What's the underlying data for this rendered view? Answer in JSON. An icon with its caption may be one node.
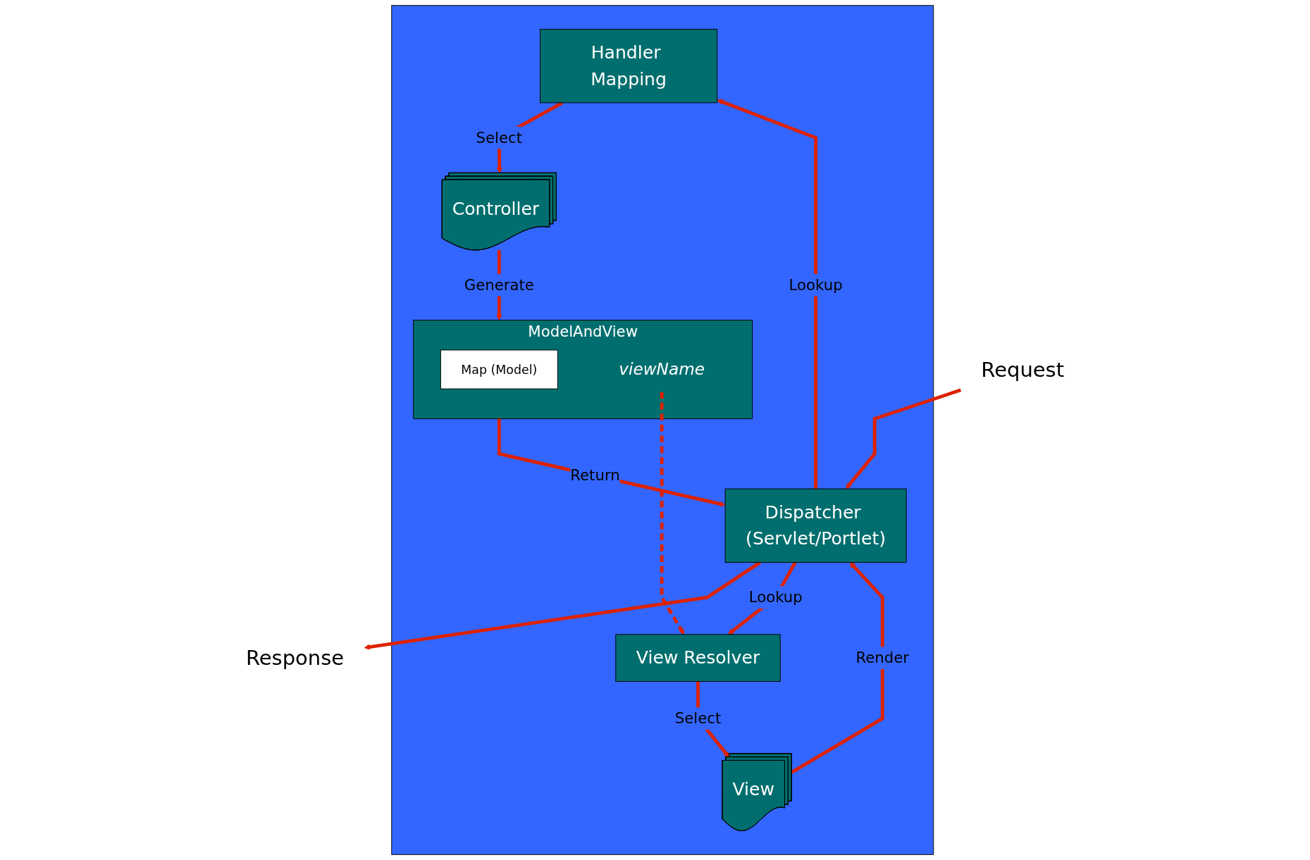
{
  "diagram": {
    "nodes": [
      {
        "text": [],
        "shape": "box"
      },
      {
        "text": [
          "Handler Mapping"
        ],
        "in": 0
      },
      {
        "text": [
          "Controller"
        ],
        "in": 0
      },
      {
        "text": [
          "Request"
        ]
      },
      {
        "text": [
          "Response"
        ]
      },
      {
        "text": [
          "Dispatcher (Servlet/Portlet)"
        ],
        "in": 0
      },
      {
        "text": [
          "ModelAndView"
        ],
        "in": 0
      },
      {
        "text": [
          "Map (Model)"
        ],
        "in": 6
      },
      {
        "text": [
          "viewName"
        ],
        "in": 6
      },
      {
        "text": [
          "View"
        ],
        "in": 0
      },
      {
        "text": [
          "View Resolver"
        ],
        "in": 0
      }
    ],
    "edges": [
      {
        "from": 3,
        "to": 5,
        "arrow": "to"
      },
      {
        "from": 5,
        "to": 4,
        "arrow": "to"
      },
      {
        "from": 5,
        "to": 1,
        "arrow": "to",
        "label": "Lookup"
      },
      {
        "from": 1,
        "to": 2,
        "arrow": "to",
        "label": "Select"
      },
      {
        "from": 2,
        "to": 6,
        "arrow": "to",
        "label": "Generate"
      },
      {
        "from": 6,
        "to": 5,
        "arrow": "to",
        "label": "Return"
      },
      {
        "from": 5,
        "to": 10,
        "arrow": "to",
        "label": "Lookup"
      },
      {
        "from": 8,
        "to": 10,
        "arrow": "to",
        "style": "dashed"
      },
      {
        "from": 10,
        "to": 9,
        "arrow": "to",
        "label": "Select"
      },
      {
        "from": 9,
        "to": 5,
        "arrow": "to",
        "label": "Render"
      }
    ]
  }
}
